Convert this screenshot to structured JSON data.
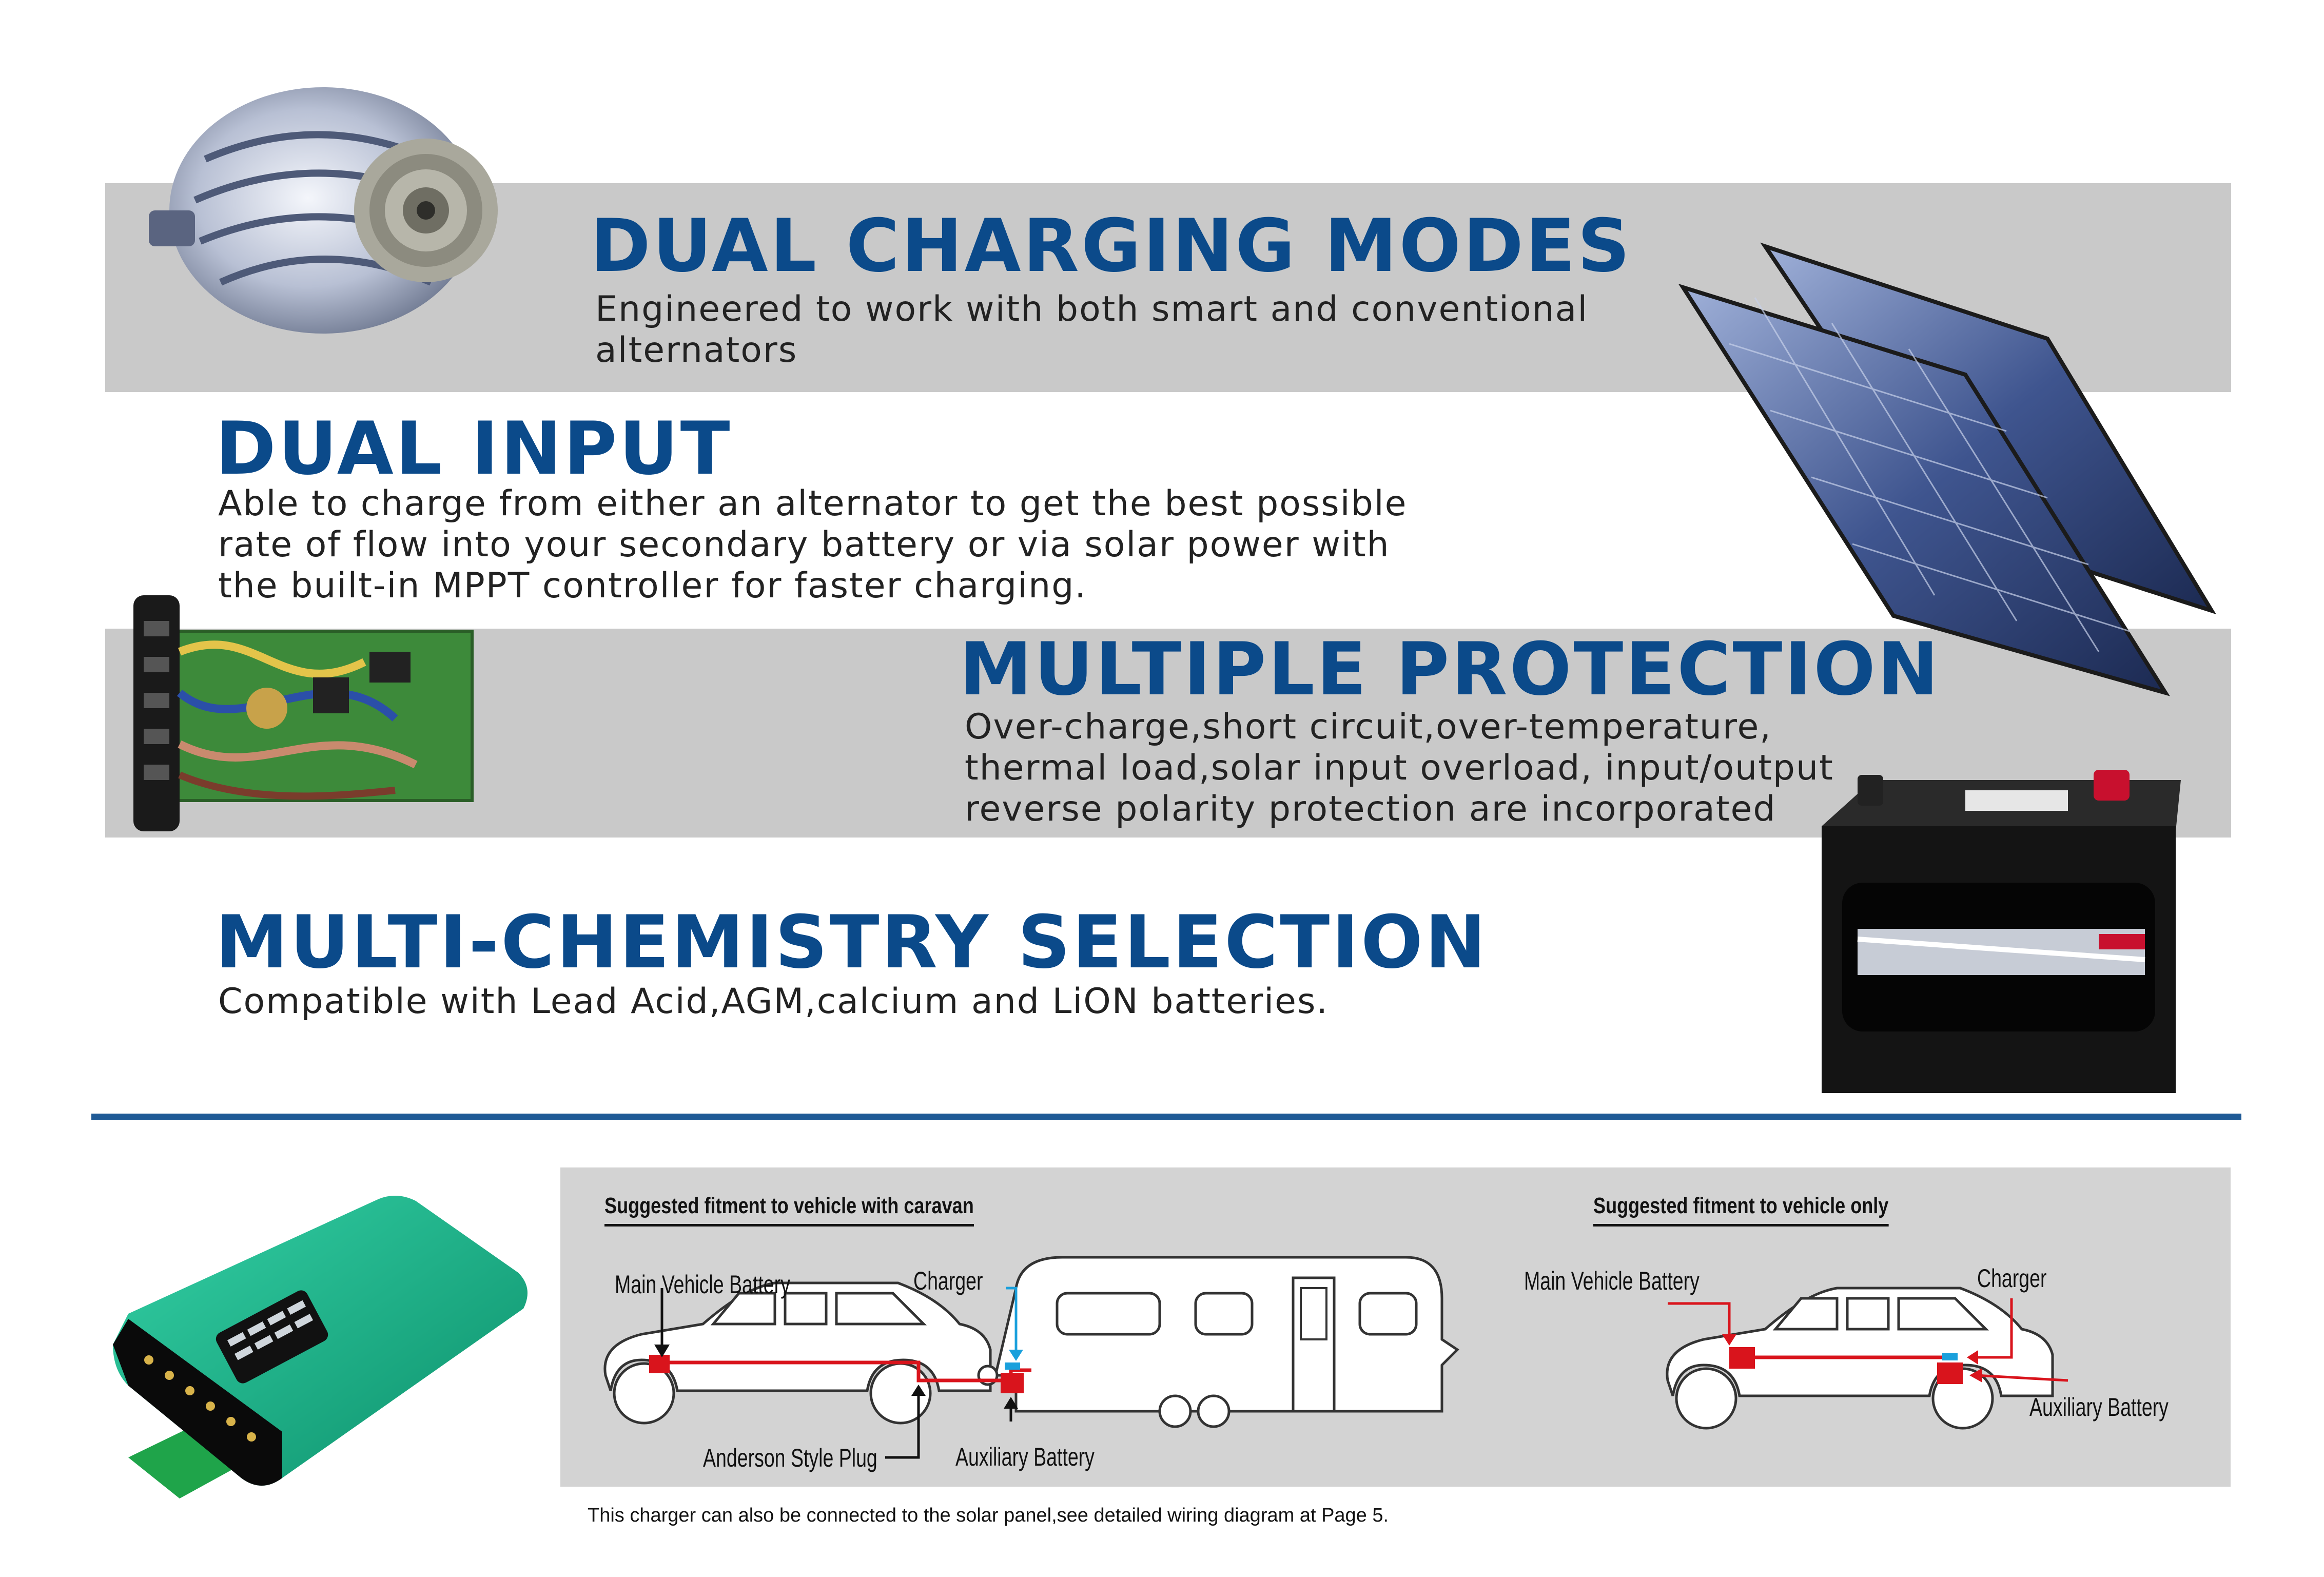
{
  "features": {
    "charging_modes": {
      "title": "DUAL CHARGING MODES",
      "lines": [
        "Engineered to work with both smart and conventional",
        "alternators"
      ]
    },
    "dual_input": {
      "title": "DUAL INPUT",
      "lines": [
        "Able to charge from either an alternator to get the best possible",
        "rate of flow into your secondary battery or via solar power with",
        "the built-in MPPT controller for faster charging."
      ]
    },
    "protection": {
      "title": "MULTIPLE PROTECTION",
      "lines": [
        "Over-charge,short circuit,over-temperature,",
        "thermal load,solar input overload, input/output",
        "reverse polarity protection are incorporated"
      ]
    },
    "chemistry": {
      "title": "MULTI-CHEMISTRY SELECTION",
      "lines": [
        "Compatible with Lead Acid,AGM,calcium and LiON batteries."
      ]
    }
  },
  "fitment": {
    "caravan": {
      "heading": "Suggested fitment to vehicle with caravan",
      "main_battery": "Main Vehicle Battery",
      "charger": "Charger",
      "plug": "Anderson Style Plug",
      "aux_battery": "Auxiliary Battery"
    },
    "vehicle": {
      "heading": "Suggested fitment to vehicle only",
      "main_battery": "Main Vehicle Battery",
      "charger": "Charger",
      "aux_battery": "Auxiliary Battery"
    }
  },
  "footnote": "This charger can also be connected to the solar panel,see detailed wiring diagram at Page 5.",
  "colors": {
    "title_blue": "#0b4a8a",
    "band_gray": "#c9c9c9",
    "wire_red": "#d9141c",
    "charger_blue": "#1aa0dc",
    "device_green": "#1fb58c"
  },
  "icons": [
    "alternator-image",
    "solar-panel-image",
    "circuit-board-image",
    "car-battery-image",
    "charger-device-image"
  ]
}
